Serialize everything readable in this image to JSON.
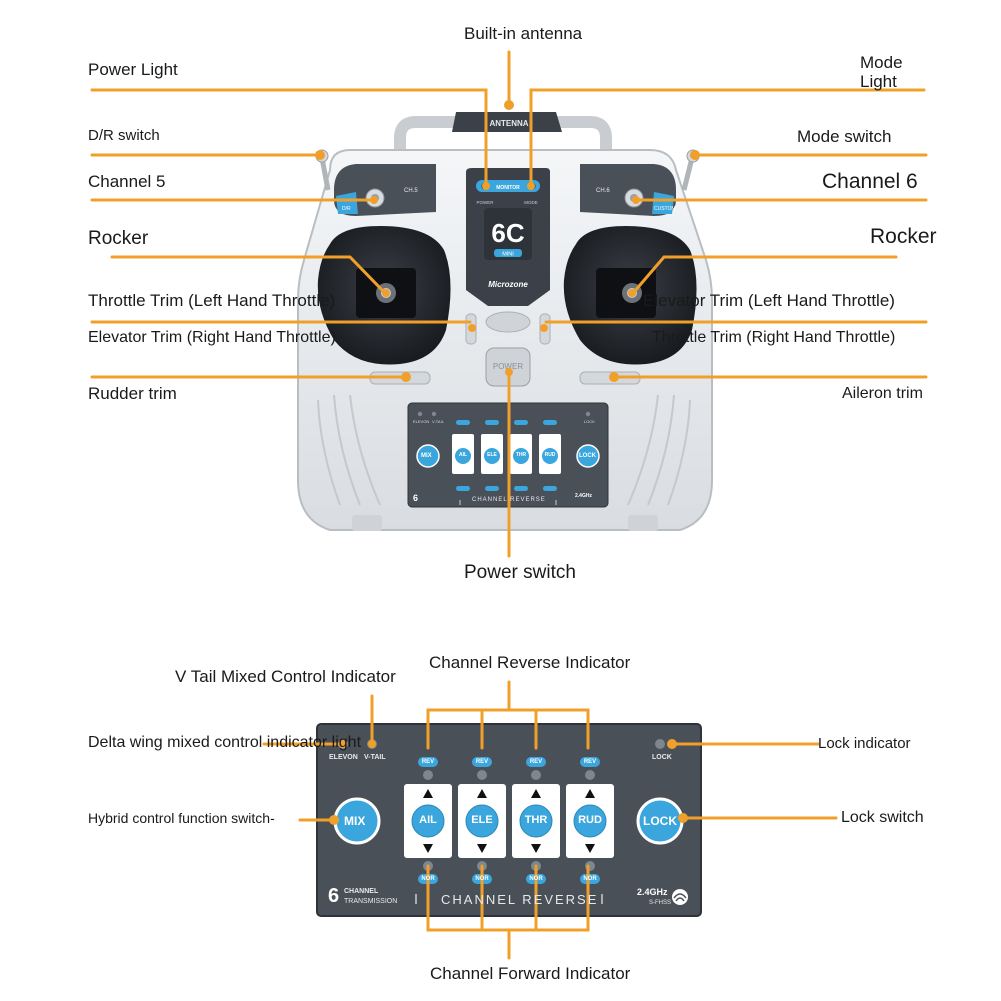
{
  "top_labels": {
    "antenna": "Built-in antenna",
    "power_light": "Power Light",
    "mode_light": "Mode\nLight",
    "dr_switch": "D/R switch",
    "mode_switch": "Mode switch",
    "channel5": "Channel 5",
    "channel6": "Channel 6",
    "rocker_left": "Rocker",
    "rocker_right": "Rocker",
    "throttle_trim_left": "Throttle Trim (Left Hand Throttle)",
    "elevator_trim_left": "Elevator Trim (Left Hand Throttle)",
    "elevator_trim_right": "Elevator Trim (Right Hand Throttle)",
    "throttle_trim_right": "Throttle Trim (Right Hand Throttle)",
    "rudder_trim": "Rudder trim",
    "aileron_trim": "Aileron trim",
    "power_switch": "Power switch"
  },
  "transmitter": {
    "antenna_text": "ANTENNA",
    "monitor": "MONITOR",
    "power": "POWER",
    "mode": "MODE",
    "model": "6C",
    "model_sub": "MINI",
    "brand": "Microzone",
    "ch5": "CH.5",
    "ch6": "CH.6",
    "dr": "D/R",
    "custom": "CUSTOM",
    "power_button": "POWER"
  },
  "panel": {
    "elevon": "ELEVON",
    "vtail": "V-TAIL",
    "lock_small": "LOCK",
    "rev": "REV",
    "nor": "NOR",
    "mix": "MIX",
    "lock": "LOCK",
    "channels": [
      "AIL",
      "ELE",
      "THR",
      "RUD"
    ],
    "six": "6",
    "channel_word": "CHANNEL",
    "transmission": "TRANSMISSION",
    "channel_reverse": "CHANNEL REVERSE",
    "freq": "2.4GHz",
    "fhss": "S-FHSS"
  },
  "bottom_labels": {
    "vtail_indicator": "V Tail Mixed Control Indicator",
    "channel_reverse_indicator": "Channel Reverse Indicator",
    "delta_wing_indicator": "Delta wing mixed control indicator light",
    "lock_indicator": "Lock indicator",
    "hybrid_switch": "Hybrid control function switch-",
    "lock_switch": "Lock switch",
    "channel_forward_indicator": "Channel Forward Indicator"
  },
  "colors": {
    "accent": "#f0a02a",
    "panel": "#4a5058",
    "button_blue": "#3aa6dd",
    "body": "#e8ebee"
  }
}
